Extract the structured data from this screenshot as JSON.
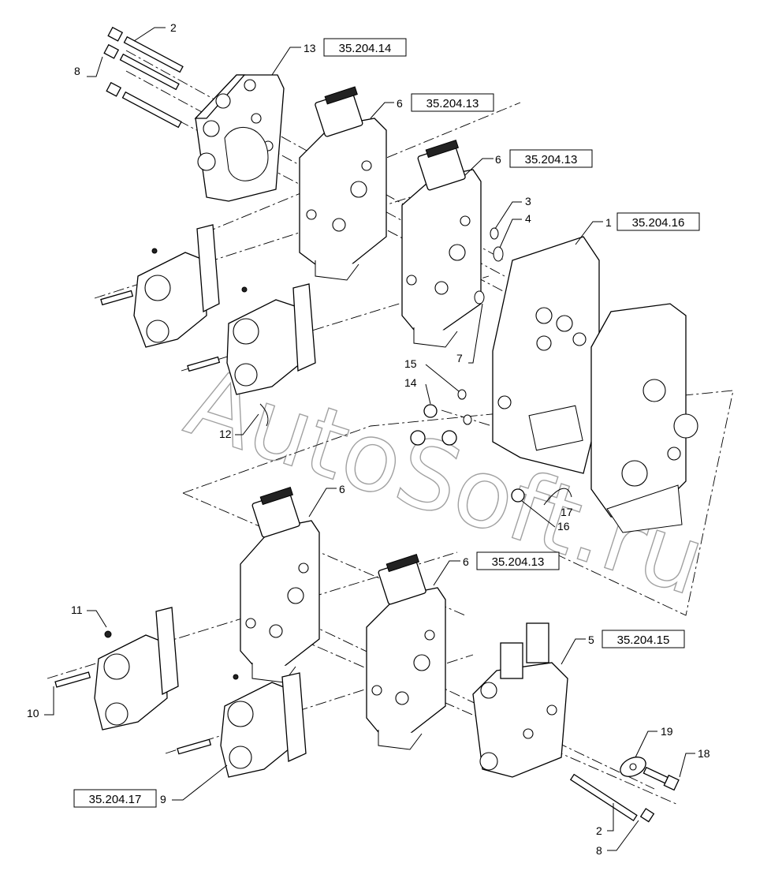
{
  "watermark": "AutoSoft.ru",
  "callouts": {
    "c2_top": "2",
    "c8_top": "8",
    "c13": "13",
    "c6_a": "6",
    "c6_b": "6",
    "c3": "3",
    "c4": "4",
    "c1": "1",
    "c7": "7",
    "c15": "15",
    "c14": "14",
    "c12": "12",
    "c17": "17",
    "c16": "16",
    "c6_c": "6",
    "c6_d": "6",
    "c11": "11",
    "c10": "10",
    "c5": "5",
    "c19": "19",
    "c18": "18",
    "c9": "9",
    "c2_bottom": "2",
    "c8_bottom": "8"
  },
  "references": {
    "r13": "35.204.14",
    "r6_a": "35.204.13",
    "r6_b": "35.204.13",
    "r1": "35.204.16",
    "r6_d": "35.204.13",
    "r5": "35.204.15",
    "r9": "35.204.17"
  }
}
